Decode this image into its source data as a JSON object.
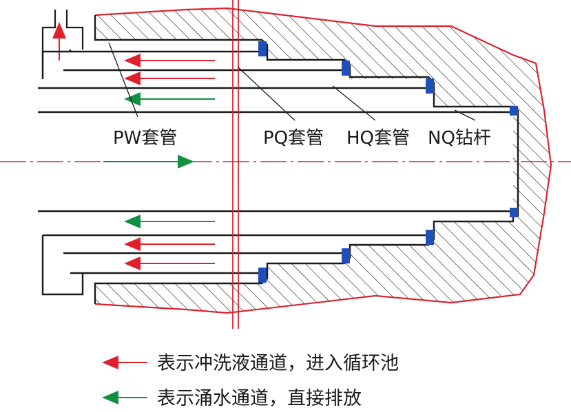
{
  "labels": {
    "pw": "PW套管",
    "pq": "PQ套管",
    "hq": "HQ套管",
    "nq": "NQ钻杆"
  },
  "legend": [
    {
      "text": "表示冲洗液通道，进入循环池",
      "color": "#e0202a"
    },
    {
      "text": "表示涌水通道，直接排放",
      "color": "#109040"
    }
  ],
  "colors": {
    "rock": "#d9242f",
    "pipe": "#1a1a1a",
    "seal": "#1f4fb8",
    "flush": "#e0202a",
    "gush": "#109040",
    "axis": "#d9242f"
  }
}
